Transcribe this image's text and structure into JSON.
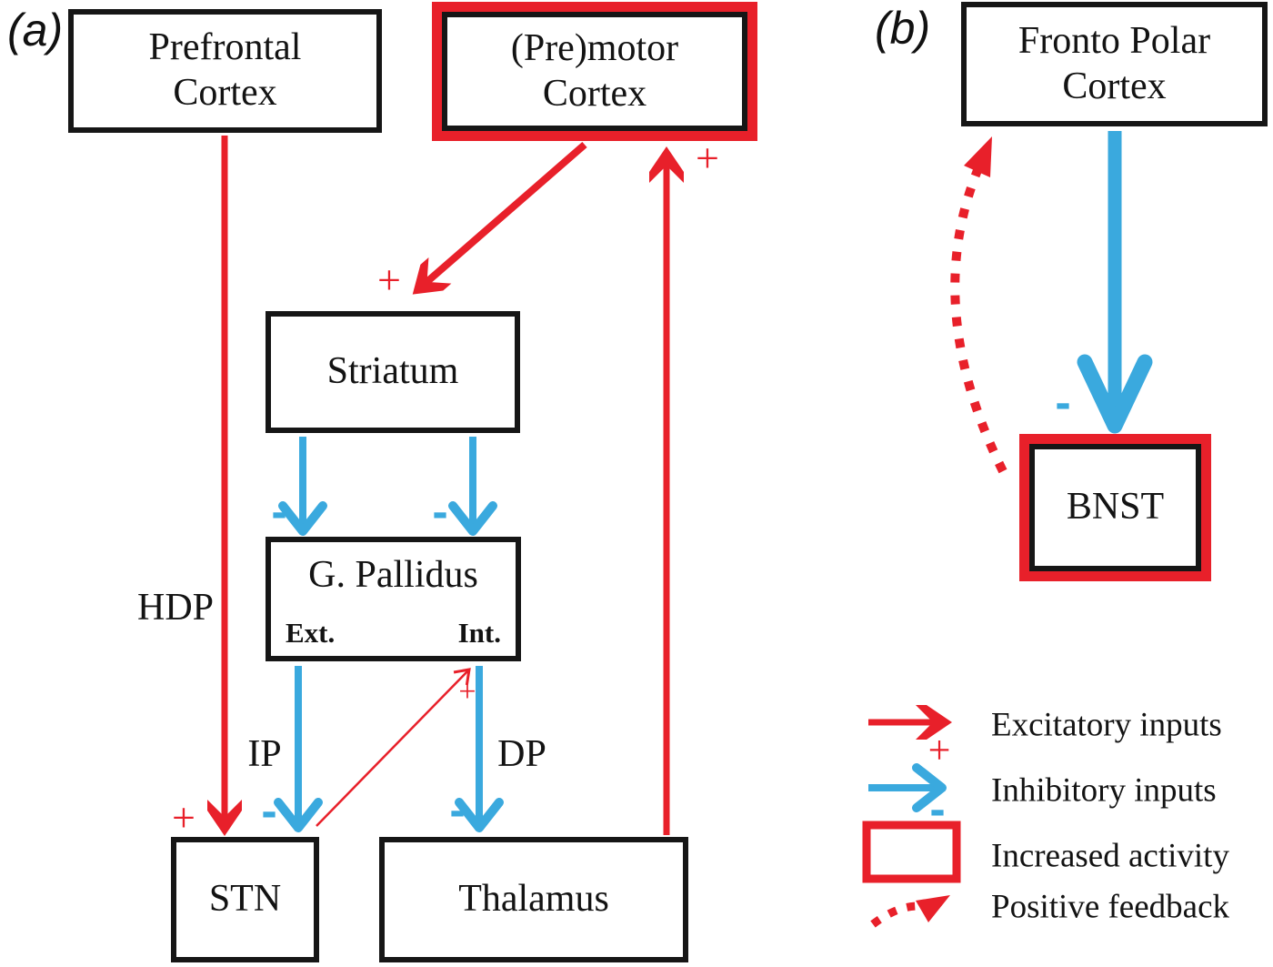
{
  "figure": {
    "panel_a_label": "(a)",
    "panel_b_label": "(b)"
  },
  "signs": {
    "plus": "+",
    "minus": "-"
  },
  "colors": {
    "excitatory_red": "#e8202a",
    "inhibitory_blue": "#3aa9de",
    "border_black": "#161616"
  },
  "panel_a": {
    "boxes": {
      "prefrontal_cortex": {
        "line1": "Prefrontal",
        "line2": "Cortex"
      },
      "premotor_cortex": {
        "line1": "(Pre)motor",
        "line2": "Cortex",
        "highlighted": true
      },
      "striatum": {
        "label": "Striatum"
      },
      "g_pallidus": {
        "title": "G. Pallidus",
        "ext_label": "Ext.",
        "int_label": "Int."
      },
      "stn": {
        "label": "STN"
      },
      "thalamus": {
        "label": "Thalamus"
      }
    },
    "pathway_labels": {
      "hdp": "HDP",
      "ip": "IP",
      "dp": "DP"
    }
  },
  "panel_b": {
    "boxes": {
      "fronto_polar_cortex": {
        "line1": "Fronto Polar",
        "line2": "Cortex"
      },
      "bnst": {
        "label": "BNST",
        "highlighted": true
      }
    }
  },
  "legend": {
    "excitatory": {
      "symbol": "red-arrow",
      "sign": "+",
      "label": "Excitatory inputs"
    },
    "inhibitory": {
      "symbol": "blue-arrow",
      "sign": "-",
      "label": "Inhibitory inputs"
    },
    "increased_activity": {
      "symbol": "red-outline-box",
      "label": "Increased activity"
    },
    "positive_feedback": {
      "symbol": "red-dotted-arrow",
      "label": "Positive feedback"
    }
  }
}
